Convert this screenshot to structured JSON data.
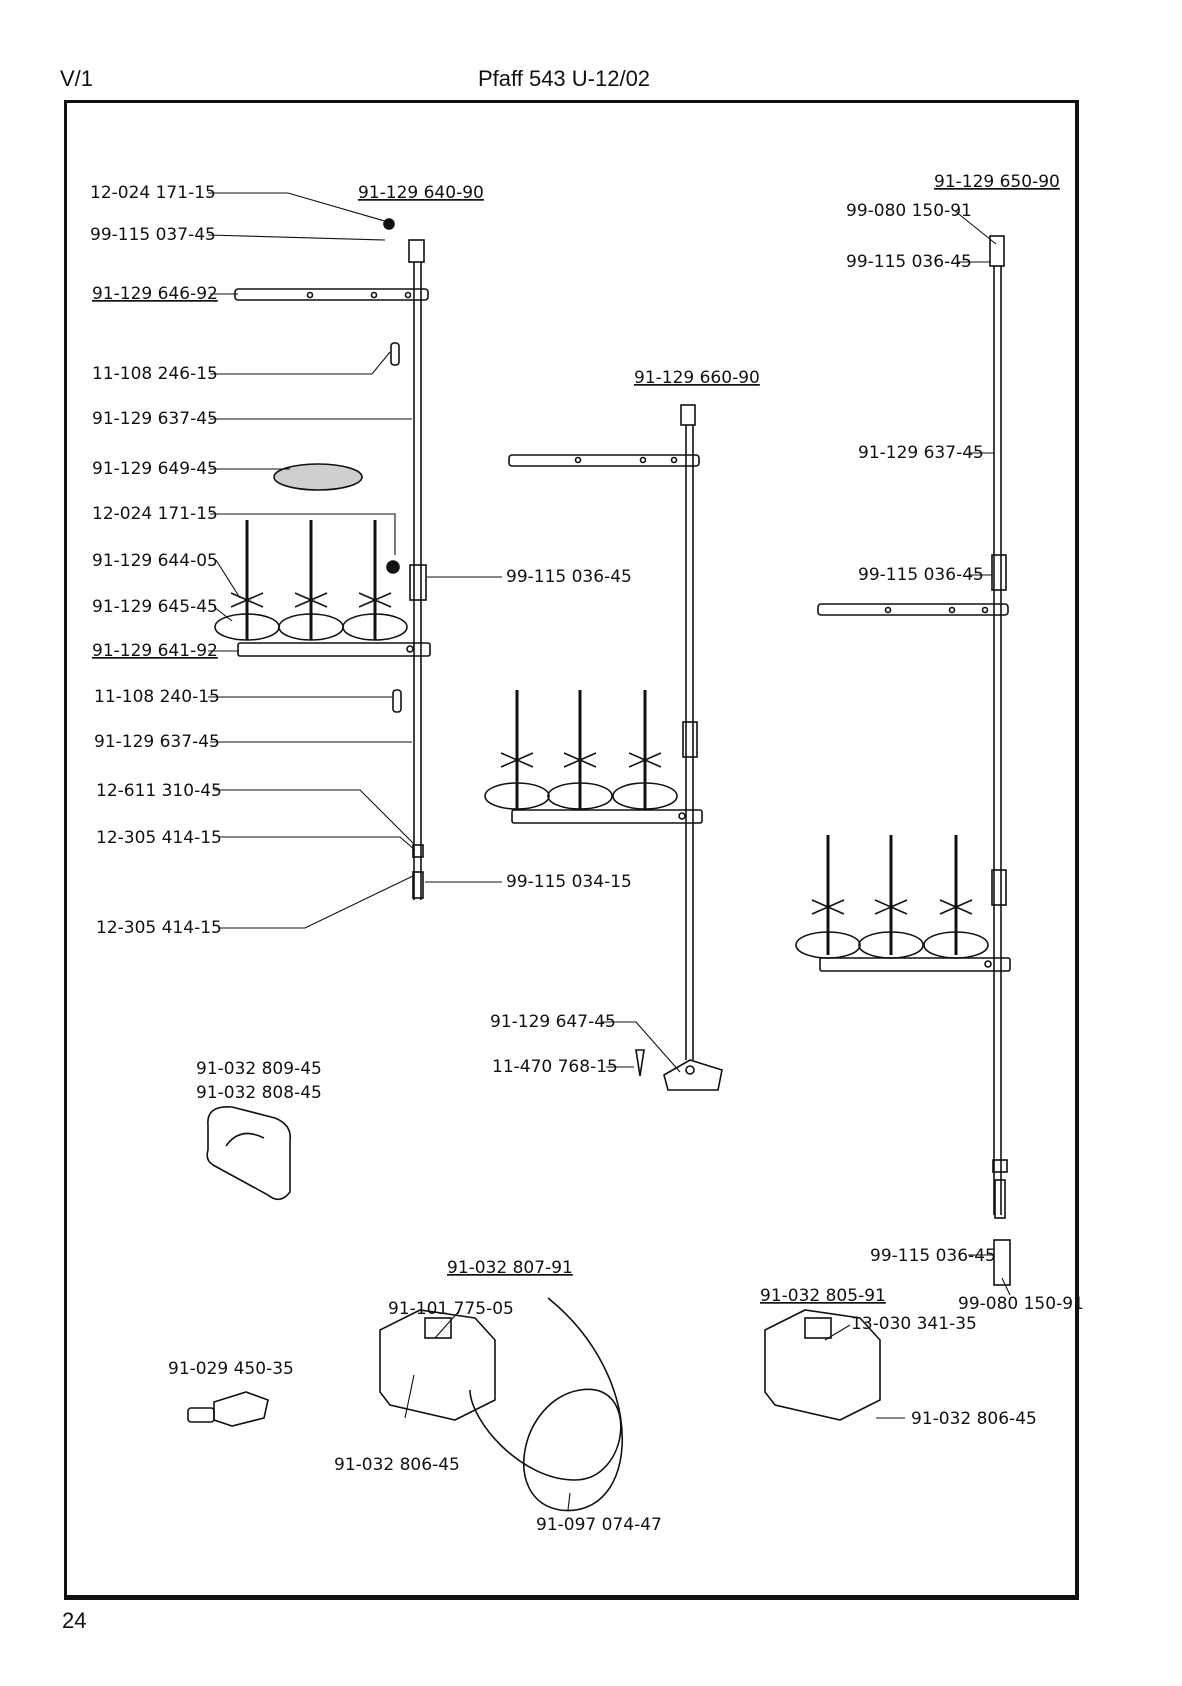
{
  "header": {
    "section": "V/1",
    "title": "Pfaff 543 U-12/02"
  },
  "page_number": "24",
  "parts": {
    "left_assembly": "91-129 640-90",
    "p_12024_17115_a": "12-024 171-15",
    "p_99115_03745": "99-115 037-45",
    "p_91129_64692": "91-129 646-92",
    "p_11108_24615": "11-108 246-15",
    "p_91129_63745_a": "91-129 637-45",
    "p_91129_64945": "91-129 649-45",
    "p_12024_17115_b": "12-024 171-15",
    "p_91129_64405": "91-129 644-05",
    "p_91129_64545": "91-129 645-45",
    "p_91129_64192": "91-129 641-92",
    "p_11108_24015": "11-108 240-15",
    "p_91129_63745_b": "91-129 637-45",
    "p_12611_31045": "12-611 310-45",
    "p_12305_41415_a": "12-305 414-15",
    "p_12305_41415_b": "12-305 414-15",
    "middle_assembly": "91-129 660-90",
    "p_99115_03645_mid": "99-115 036-45",
    "p_99115_03415": "99-115 034-15",
    "p_91129_64745": "91-129 647-45",
    "p_11470_76815": "11-470 768-15",
    "right_assembly": "91-129 650-90",
    "p_99080_15091_top": "99-080 150-91",
    "p_99115_03645_top": "99-115 036-45",
    "p_91129_63745_right": "91-129 637-45",
    "p_99115_03645_right": "99-115 036-45",
    "p_91032_80945": "91-032 809-45",
    "p_91032_80845": "91-032 808-45",
    "p_91032_80791": "91-032 807-91",
    "p_91101_77505": "91-101 775-05",
    "p_91029_45035": "91-029 450-35",
    "p_91032_80645_mid": "91-032 806-45",
    "p_91097_07447": "91-097 074-47",
    "p_99115_03645_bot": "99-115 036-45",
    "p_91032_80591": "91-032 805-91",
    "p_99080_15091_bot": "99-080 150-91",
    "p_13030_34135": "13-030 341-35",
    "p_91032_80645_right": "91-032 806-45"
  },
  "colors": {
    "ink": "#111111",
    "paper": "#ffffff"
  }
}
